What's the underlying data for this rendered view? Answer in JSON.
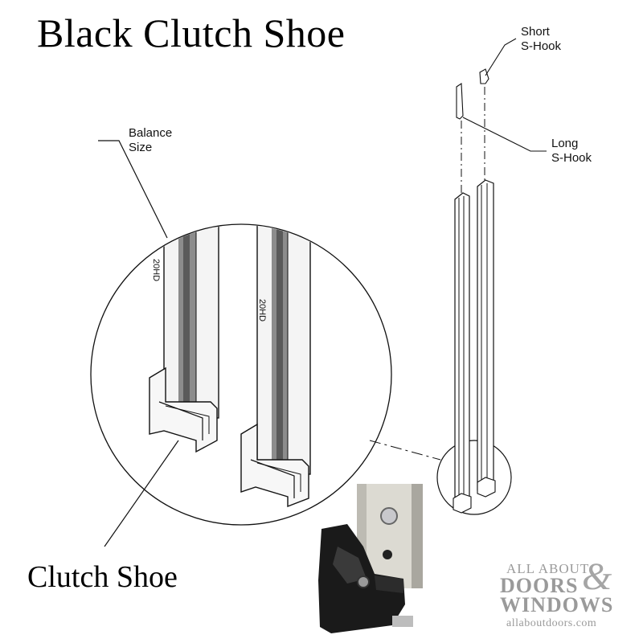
{
  "title": "Black Clutch Shoe",
  "callouts": {
    "balance_size": [
      "Balance",
      "Size"
    ],
    "short_s_hook": [
      "Short",
      "S-Hook"
    ],
    "long_s_hook": [
      "Long",
      "S-Hook"
    ],
    "clutch_shoe": "Clutch Shoe"
  },
  "balance_marking": "20HD",
  "logo": {
    "line1": "ALL ABOUT",
    "ampersand": "&",
    "line2": "DOORS",
    "line3": "WINDOWS",
    "line4": "allaboutdoors.com"
  },
  "colors": {
    "ink": "#111111",
    "logo_gray": "#9a9a9a",
    "shoe_black": "#1a1a1a",
    "channel_gray": "#8c8c8c"
  }
}
